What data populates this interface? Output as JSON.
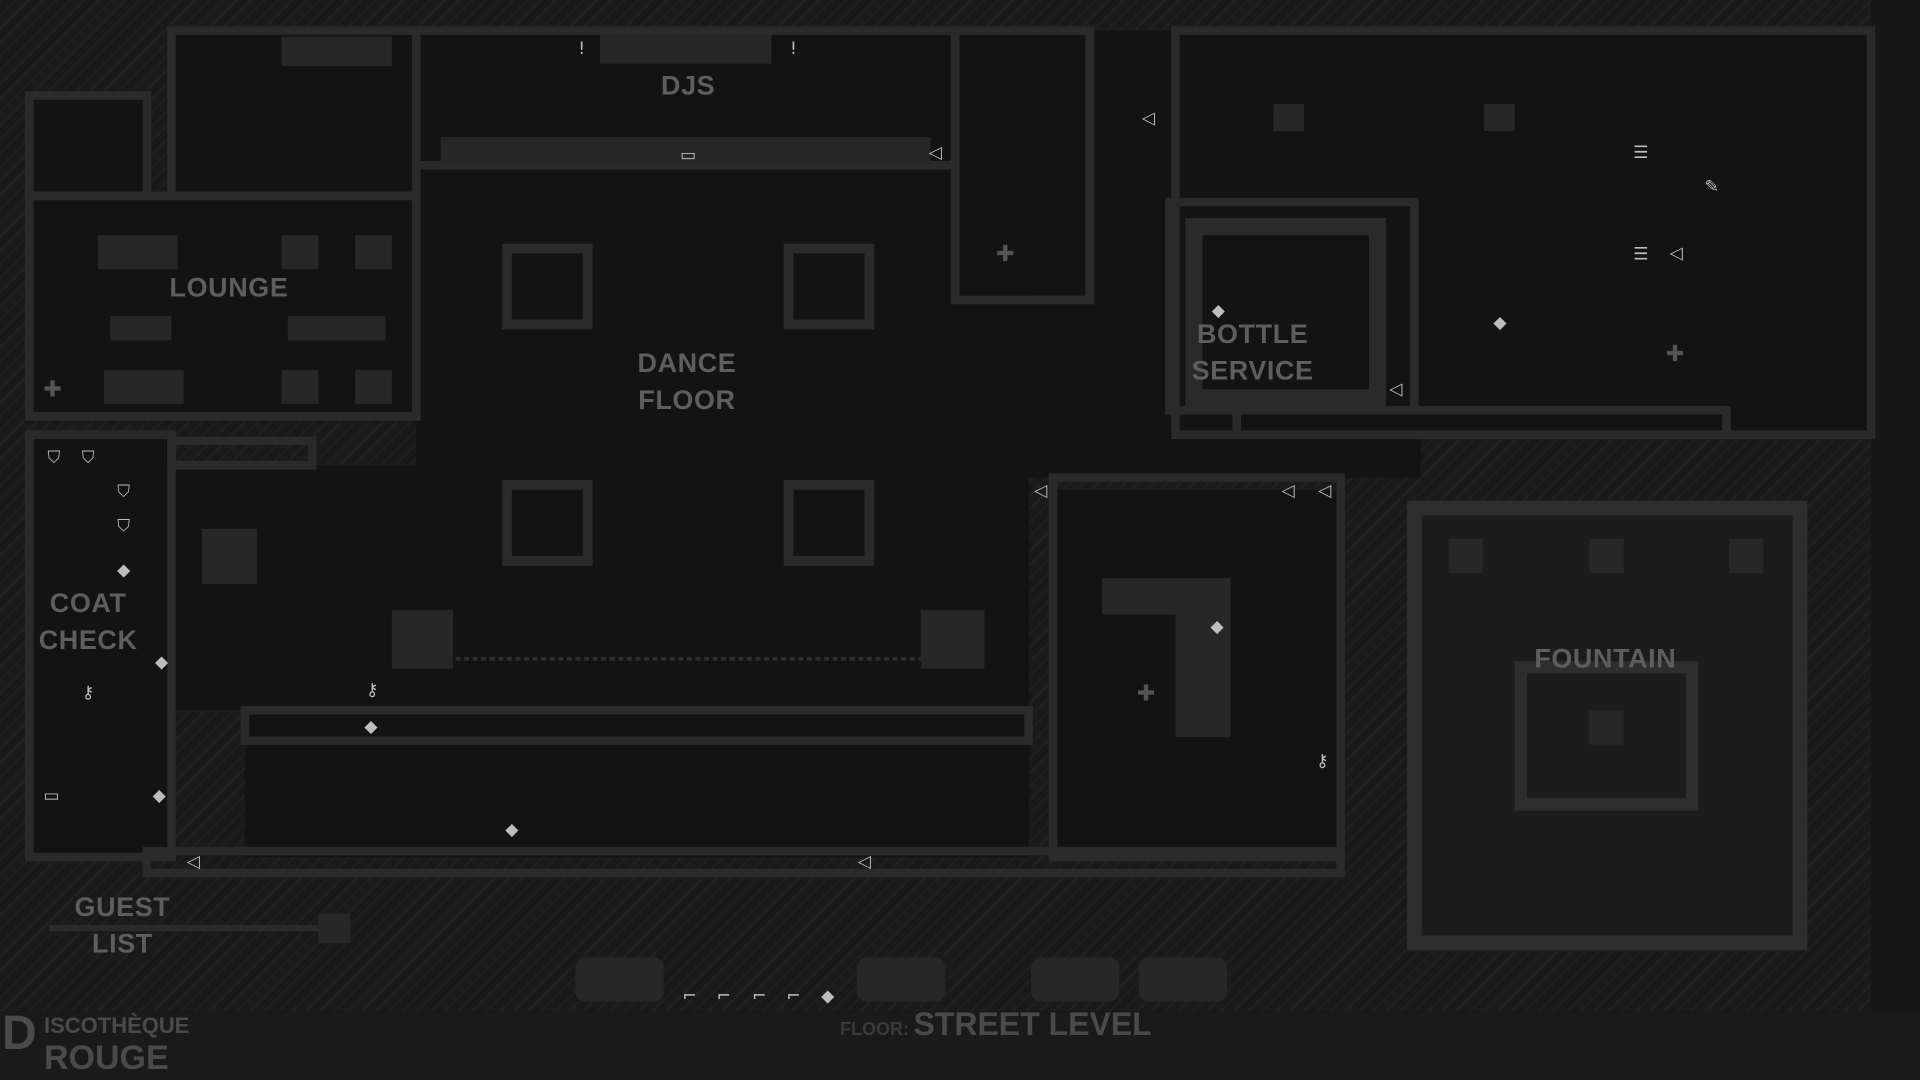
{
  "venue": {
    "title_initial": "D",
    "title_line1": "ISCOTHÈQUE",
    "title_line2": "ROUGE"
  },
  "floor": {
    "label": "FLOOR:",
    "value": "STREET LEVEL"
  },
  "rooms": {
    "djs": "DJS",
    "lounge": "LOUNGE",
    "dance_floor_1": "DANCE",
    "dance_floor_2": "FLOOR",
    "bottle_service_1": "BOTTLE",
    "bottle_service_2": "SERVICE",
    "coat_check_1": "COAT",
    "coat_check_2": "CHECK",
    "fountain": "FOUNTAIN",
    "guest_list_1": "GUEST",
    "guest_list_2": "LIST"
  },
  "icons": {
    "medkit": "✚",
    "item": "◆",
    "speaker": "◁",
    "ladder": "☰",
    "toilet": "!",
    "laptop": "▭",
    "disguise": "⛉",
    "key": "⚷",
    "wrench": "✎",
    "weapon": "⌐"
  },
  "colors": {
    "background": "#151515",
    "floor": "#131313",
    "wall": "#2a2a2a",
    "label": "#5e5e5e",
    "icon": "#bdbdbd"
  }
}
